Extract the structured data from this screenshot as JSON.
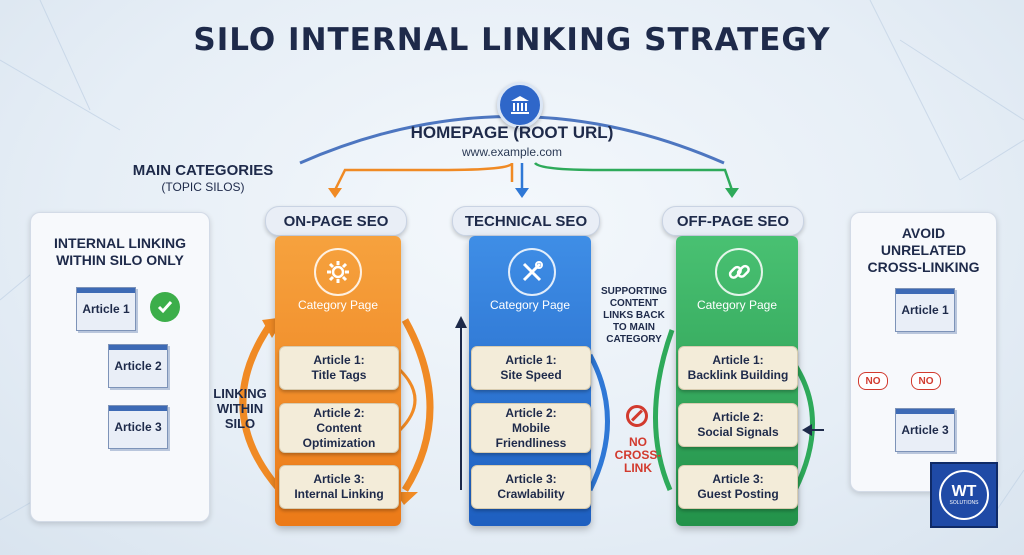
{
  "title": "SILO INTERNAL LINKING STRATEGY",
  "homepage": {
    "label": "HOMEPAGE (ROOT URL)",
    "url": "www.example.com",
    "icon": "bank-building-icon"
  },
  "main_categories": {
    "label": "MAIN CATEGORIES",
    "sub": "(TOPIC SILOS)"
  },
  "left_panel": {
    "title_line1": "INTERNAL LINKING",
    "title_line2": "WITHIN SILO ONLY",
    "docs": [
      "Article 1",
      "Article 2",
      "Article 3"
    ],
    "check_icon": "check-icon"
  },
  "linking_within_silo": {
    "line1": "LINKING",
    "line2": "WITHIN",
    "line3": "SILO"
  },
  "silos": [
    {
      "name": "ON-PAGE SEO",
      "color": "#f08a24",
      "icon": "gear-icon",
      "category": "Category Page",
      "articles": [
        {
          "l1": "Article 1:",
          "l2": "Title Tags"
        },
        {
          "l1": "Article 2:",
          "l2": "Content",
          "l3": "Optimization"
        },
        {
          "l1": "Article 3:",
          "l2": "Internal Linking"
        }
      ]
    },
    {
      "name": "TECHNICAL SEO",
      "color": "#2f78d6",
      "icon": "tools-icon",
      "category": "Category Page",
      "articles": [
        {
          "l1": "Article 1:",
          "l2": "Site Speed"
        },
        {
          "l1": "Article 2:",
          "l2": "Mobile",
          "l3": "Friendliness"
        },
        {
          "l1": "Article 3:",
          "l2": "Crawlability"
        }
      ]
    },
    {
      "name": "OFF-PAGE SEO",
      "color": "#2eaa5a",
      "icon": "link-icon",
      "category": "Category Page",
      "articles": [
        {
          "l1": "Article 1:",
          "l2": "Backlink Building"
        },
        {
          "l1": "Article 2:",
          "l2": "Social Signals"
        },
        {
          "l1": "Article 3:",
          "l2": "Guest Posting"
        }
      ]
    }
  ],
  "supporting": {
    "l1": "SUPPORTING",
    "l2": "CONTENT",
    "l3": "LINKS BACK",
    "l4": "TO MAIN",
    "l5": "CATEGORY"
  },
  "no_cross": {
    "l1": "NO",
    "l2": "CROSS-",
    "l3": "LINK",
    "icon": "prohibited-icon"
  },
  "right_panel": {
    "title_line1": "AVOID",
    "title_line2": "UNRELATED",
    "title_line3": "CROSS-LINKING",
    "docs": [
      "Article 1",
      "Article 3"
    ],
    "no_label": "NO"
  },
  "logo": {
    "text": "WT",
    "sub": "SOLUTIONS"
  },
  "colors": {
    "orange": "#f08a24",
    "blue": "#2f78d6",
    "green": "#2eaa5a",
    "red": "#d23a2e",
    "navy": "#1e2a4a"
  }
}
